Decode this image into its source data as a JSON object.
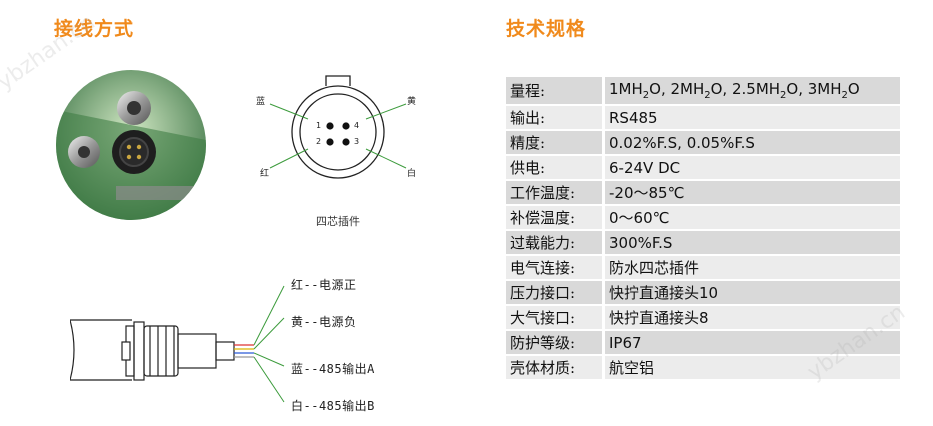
{
  "wiring": {
    "title": "接线方式",
    "connector": {
      "caption": "四芯插件",
      "pins": [
        "1",
        "2",
        "3",
        "4"
      ],
      "colors": {
        "blue": "蓝",
        "red": "红",
        "yellow": "黄",
        "white": "白"
      }
    },
    "wires": [
      {
        "label": "红--电源正"
      },
      {
        "label": "黄--电源负"
      },
      {
        "label": "蓝--485输出A"
      },
      {
        "label": "白--485输出B"
      }
    ]
  },
  "specs": {
    "title": "技术规格",
    "rows": [
      {
        "key": "量程:",
        "value_html": "1MH<sub>2</sub>O, 2MH<sub>2</sub>O, 2.5MH<sub>2</sub>O, 3MH<sub>2</sub>O"
      },
      {
        "key": "输出:",
        "value": "RS485"
      },
      {
        "key": "精度:",
        "value": "0.02%F.S, 0.05%F.S"
      },
      {
        "key": "供电:",
        "value": "6-24V DC"
      },
      {
        "key": "工作温度:",
        "value": "-20～85℃"
      },
      {
        "key": "补偿温度:",
        "value": "0～60℃"
      },
      {
        "key": "过载能力:",
        "value": "300%F.S"
      },
      {
        "key": "电气连接:",
        "value": "防水四芯插件"
      },
      {
        "key": "压力接口:",
        "value": "快拧直通接头10"
      },
      {
        "key": "大气接口:",
        "value": "快拧直通接头8"
      },
      {
        "key": "防护等级:",
        "value": "IP67"
      },
      {
        "key": "壳体材质:",
        "value": "航空铝"
      }
    ]
  },
  "watermark": "ybzhan.cn"
}
